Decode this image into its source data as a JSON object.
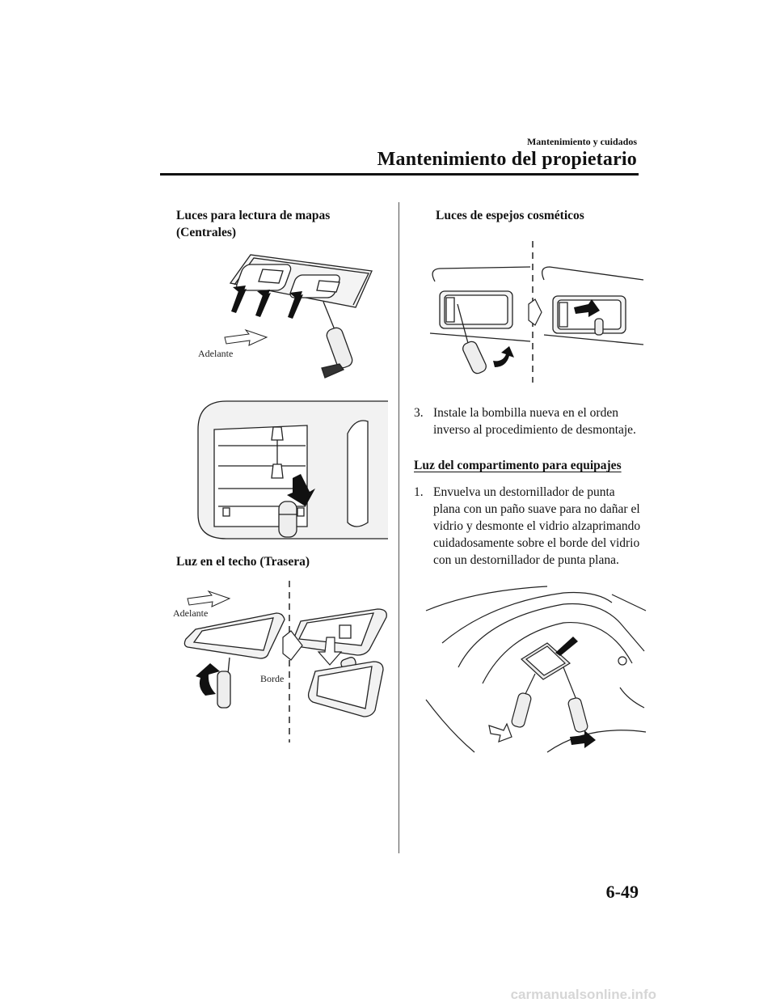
{
  "header": {
    "chapter": "Mantenimiento y cuidados",
    "section": "Mantenimiento del propietario"
  },
  "left": {
    "map_lights_line1": "Luces para lectura de mapas",
    "map_lights_line2": "(Centrales)",
    "fig1_label": "Adelante",
    "roof_light_title": "Luz en el techo (Trasera)",
    "fig3_label_front": "Adelante",
    "fig3_label_edge": "Borde"
  },
  "right": {
    "vanity_title": "Luces de espejos cosméticos",
    "step3_num": "3.",
    "step3_text": "Instale la bombilla nueva en el orden inverso al procedimiento de desmontaje.",
    "cargo_title": "Luz del compartimento para equipajes",
    "step1_num": "1.",
    "step1_text": "Envuelva un destornillador de punta plana con un paño suave para no dañar el vidrio y desmonte el vidrio alzaprimando cuidadosamente sobre el borde del vidrio con un destornillador de punta plana."
  },
  "footer": {
    "page_number": "6-49",
    "watermark": "carmanualsonline.info"
  }
}
